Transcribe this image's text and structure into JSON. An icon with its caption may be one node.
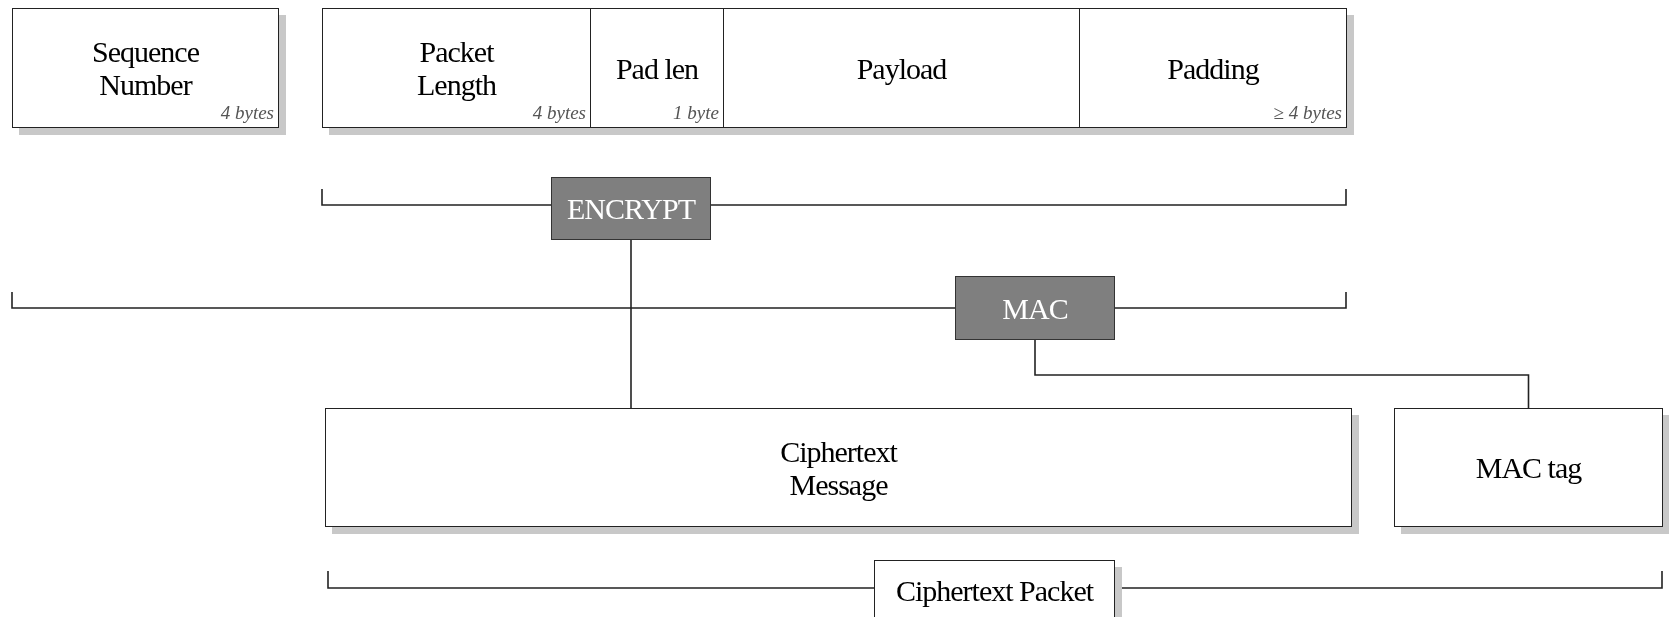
{
  "diagram": {
    "nodes": [
      {
        "text": [
          "Sequence Number",
          "4 bytes"
        ]
      },
      {
        "text": [
          "Packet Length",
          "4 bytes"
        ]
      },
      {
        "text": [
          "Pad len",
          "1 byte"
        ]
      },
      {
        "text": [
          "Payload"
        ]
      },
      {
        "text": [
          "Padding",
          "≥ 4 bytes"
        ]
      },
      {
        "text": [
          "ENCRYPT"
        ]
      },
      {
        "text": [
          "MAC"
        ]
      },
      {
        "text": [
          "Ciphertext Message"
        ]
      },
      {
        "text": [
          "MAC tag"
        ]
      },
      {
        "text": [
          "Ciphertext Packet"
        ]
      }
    ],
    "edges": [
      {
        "from": 5,
        "to": 7,
        "arrow": "none"
      },
      {
        "from": 6,
        "to": 8,
        "arrow": "none"
      }
    ]
  }
}
